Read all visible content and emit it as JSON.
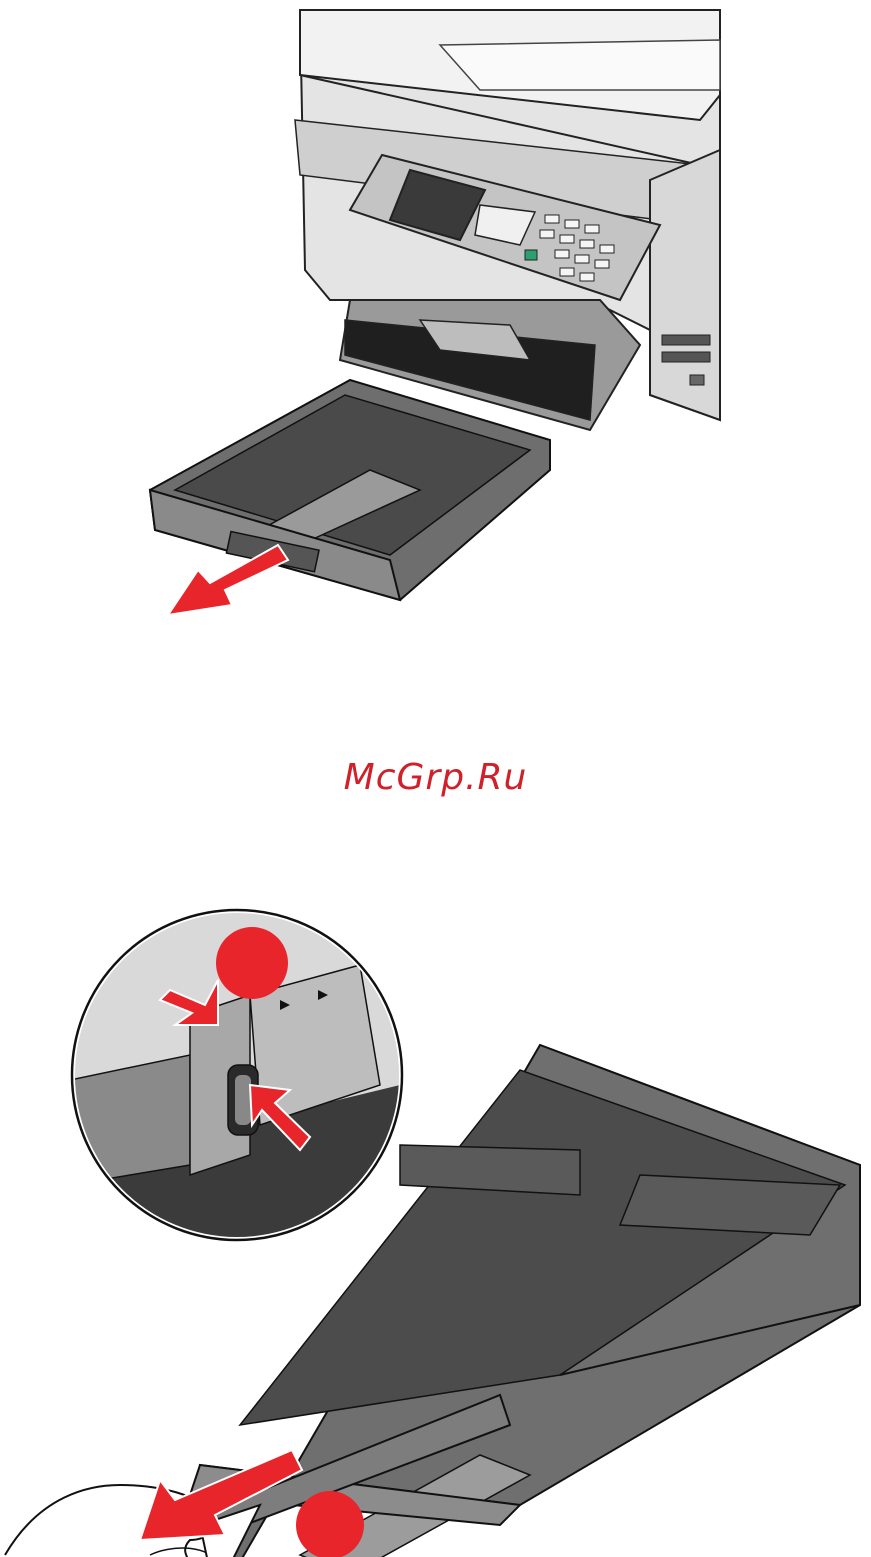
{
  "watermark": {
    "text": "McGrp.Ru"
  },
  "colors": {
    "arrow_red": "#e8252b",
    "callout_red": "#e8252b",
    "tray_gray": "#7a7a7a",
    "tray_dark": "#3a3a3a",
    "printer_light": "#e6e6e6",
    "printer_mid": "#bdbdbd",
    "watermark": "#d0202a"
  },
  "illustrations": {
    "top": {
      "subject": "printer-with-paper-tray-pulled-out",
      "arrow": "pull-out-direction"
    },
    "bottom": {
      "subject": "hand-pulling-tray-with-release-tab-zoom",
      "callouts": [
        "callout-1",
        "callout-2"
      ]
    }
  }
}
